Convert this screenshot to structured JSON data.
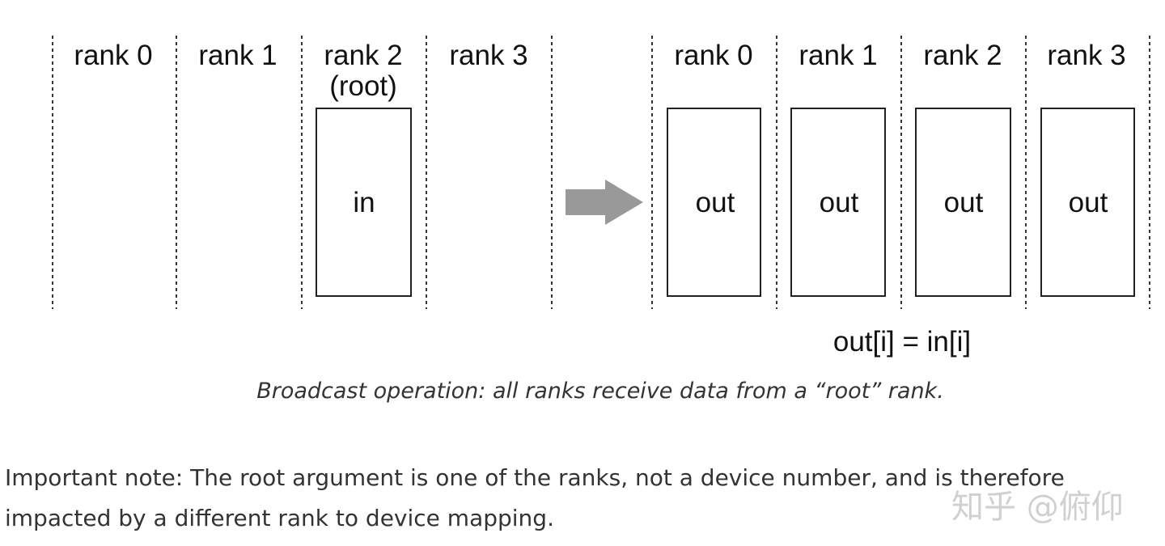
{
  "diagram": {
    "before": {
      "ranks": [
        {
          "label": "rank 0",
          "sub": ""
        },
        {
          "label": "rank 1",
          "sub": ""
        },
        {
          "label": "rank 2",
          "sub": "(root)",
          "buffer": "in"
        },
        {
          "label": "rank 3",
          "sub": ""
        }
      ]
    },
    "after": {
      "ranks": [
        {
          "label": "rank 0",
          "buffer": "out"
        },
        {
          "label": "rank 1",
          "buffer": "out"
        },
        {
          "label": "rank 2",
          "buffer": "out"
        },
        {
          "label": "rank 3",
          "buffer": "out"
        }
      ]
    },
    "formula": "out[i] = in[i]",
    "arrow_color": "#999999"
  },
  "caption": "Broadcast operation: all ranks receive data from a “root” rank.",
  "note": "Important note: The root argument is one of the ranks, not a device number, and is therefore impacted by a different rank to device mapping.",
  "watermark": "知乎 @俯仰"
}
